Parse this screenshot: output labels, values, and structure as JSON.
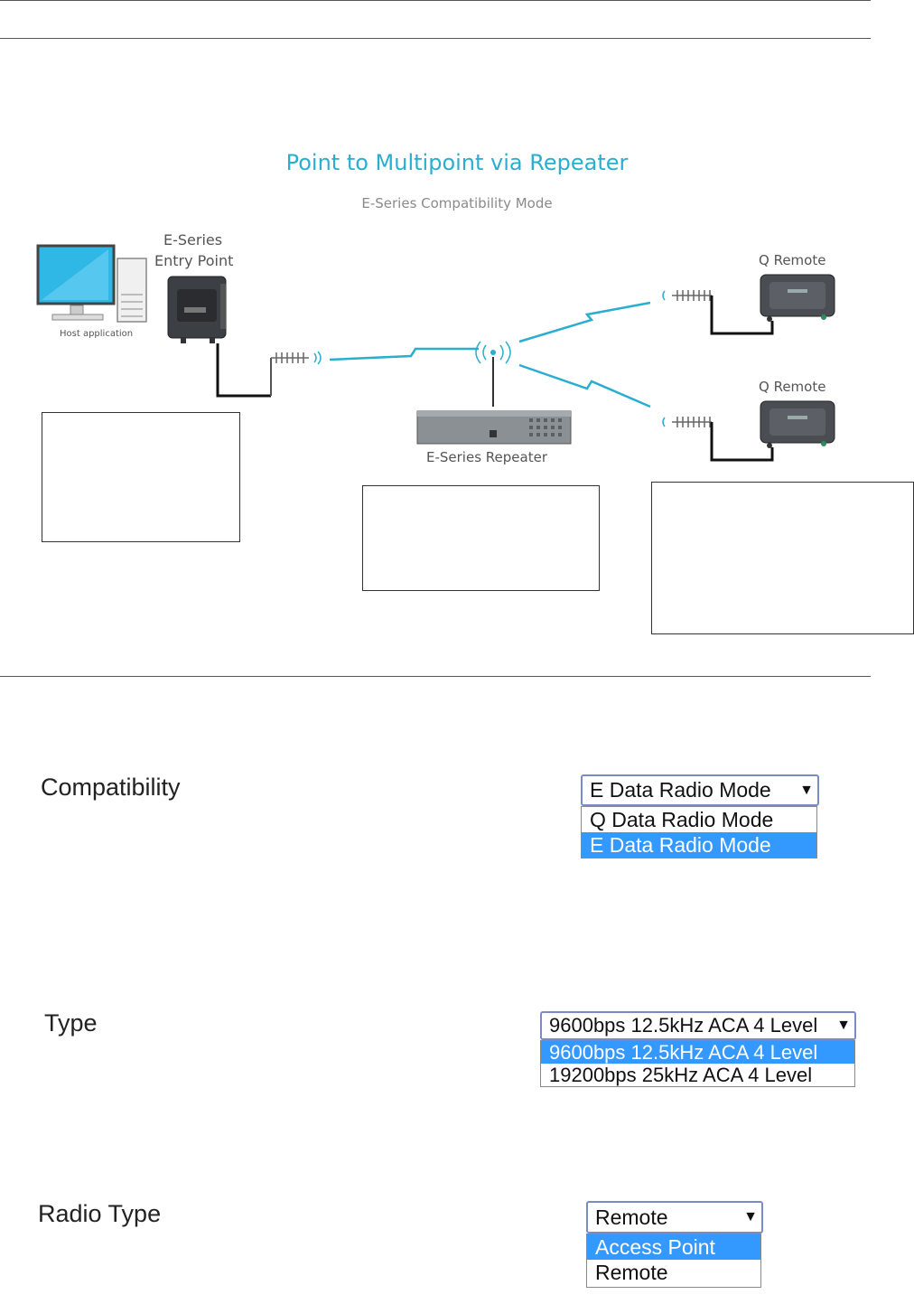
{
  "diagram": {
    "title": "Point to Multipoint via Repeater",
    "subtitle": "E-Series Compatibility Mode",
    "entry_point_label_line1": "E-Series",
    "entry_point_label_line2": "Entry Point",
    "host_label": "Host application",
    "repeater_label": "E-Series Repeater",
    "remote1_label": "Q Remote",
    "remote2_label": "Q Remote",
    "accent_color": "#2aaed0"
  },
  "compatibility": {
    "label": "Compatibility",
    "selected": "E Data Radio Mode",
    "options": [
      "Q Data Radio Mode",
      "E Data Radio Mode"
    ],
    "highlighted_index": 1
  },
  "type": {
    "label": "Type",
    "selected": "9600bps 12.5kHz ACA 4 Level",
    "options": [
      "9600bps 12.5kHz ACA 4 Level",
      "19200bps 25kHz ACA 4 Level"
    ],
    "highlighted_index": 0
  },
  "radio_type": {
    "label": "Radio Type",
    "selected": "Remote",
    "options": [
      "Access Point",
      "Remote"
    ],
    "highlighted_index": 0
  },
  "icons": {
    "dropdown_arrow": "▼"
  },
  "colors": {
    "highlight": "#3399ff",
    "select_border": "#7a8cc8"
  }
}
